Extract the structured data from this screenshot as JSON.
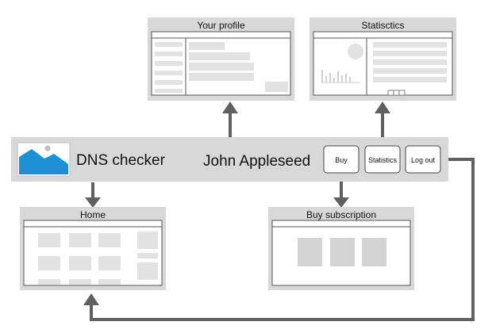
{
  "pages": {
    "profile": {
      "title": "Your profile"
    },
    "statistics": {
      "title": "Statisctics"
    },
    "home": {
      "title": "Home"
    },
    "buy_subscription": {
      "title": "Buy subscription"
    }
  },
  "header": {
    "app_name": "DNS checker",
    "user_name": "John Appleseed",
    "logo_icon": "image-placeholder-icon",
    "buttons": {
      "buy": "Buy",
      "statistics": "Statistics",
      "logout": "Log out"
    }
  },
  "colors": {
    "panel": "#d8d8d8",
    "frame": "#555555",
    "placeholder": "#e2e2e2",
    "arrow": "#606060",
    "logo_sky": "#ffffff",
    "logo_mountain": "#1e8fd2"
  }
}
